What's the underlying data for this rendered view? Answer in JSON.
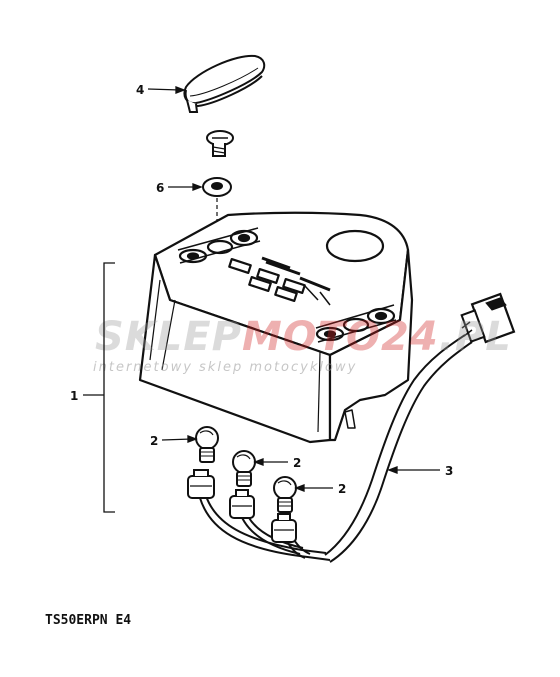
{
  "callouts": {
    "item_4": "4",
    "item_6": "6",
    "item_1": "1",
    "item_2a": "2",
    "item_2b": "2",
    "item_2c": "2",
    "item_3": "3"
  },
  "model_code": "TS50ERPN E4",
  "watermark": {
    "part1": "SKLEP",
    "part2": "MOTO",
    "part3": "24",
    "part4": ".PL",
    "subtitle": "internetowy sklep motocyklowy",
    "colors": {
      "gray": "#9a9a9a",
      "red": "#d02020"
    }
  },
  "colors": {
    "ink": "#111111",
    "paper": "#ffffff"
  }
}
